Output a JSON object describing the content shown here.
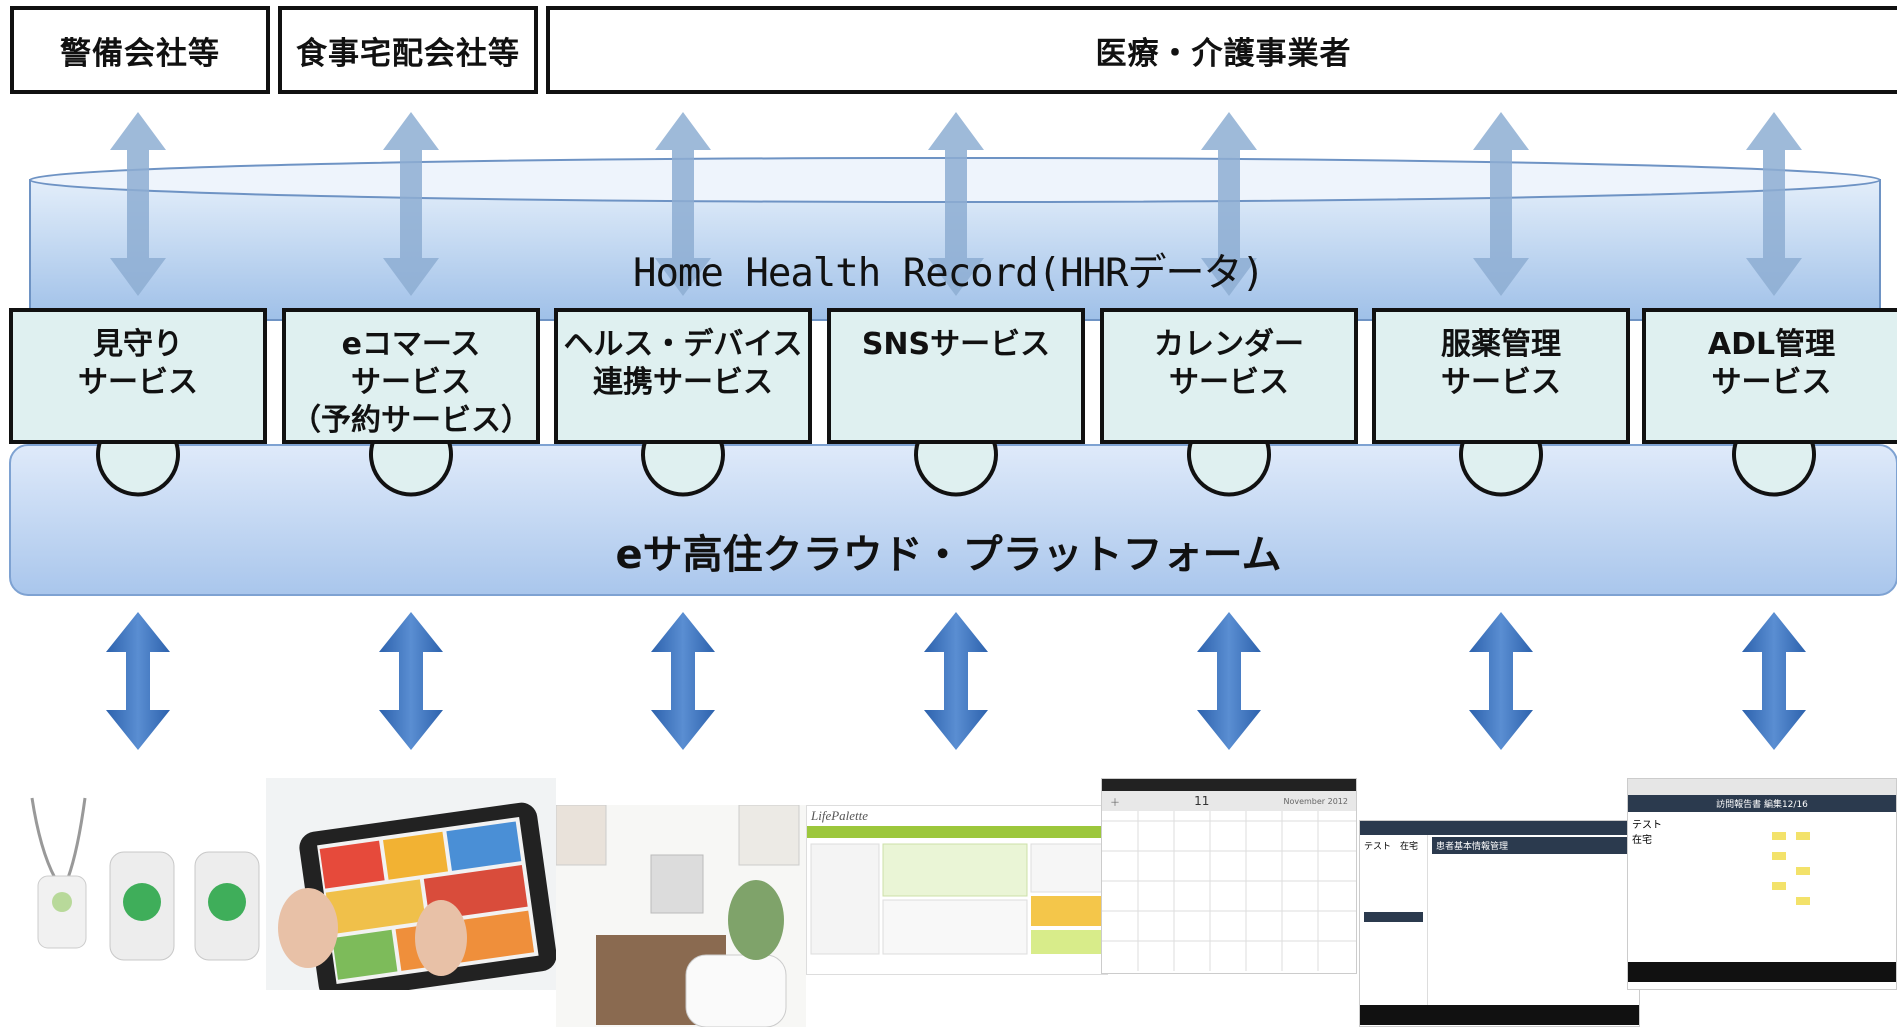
{
  "top_boxes": [
    "警備会社等",
    "食事宅配会社等",
    "医療・介護事業者"
  ],
  "hhr_label": "Home Health Record(HHRデータ)",
  "services": [
    {
      "line1": "見守り",
      "line2": "サービス",
      "line3": ""
    },
    {
      "line1": "eコマース",
      "line2": "サービス",
      "line3": "（予約サービス）"
    },
    {
      "line1": "ヘルス・デバイス",
      "line2": "連携サービス",
      "line3": ""
    },
    {
      "line1": "SNSサービス",
      "line2": "",
      "line3": ""
    },
    {
      "line1": "カレンダー",
      "line2": "サービス",
      "line3": ""
    },
    {
      "line1": "服薬管理",
      "line2": "サービス",
      "line3": ""
    },
    {
      "line1": "ADL管理",
      "line2": "サービス",
      "line3": ""
    }
  ],
  "platform_label": "eサ高住クラウド・プラットフォーム",
  "screens": {
    "calendar_month": "11",
    "calendar_header": "November 2012",
    "medication_title": "患者基本情報管理",
    "medication_patient": "テスト　在宅",
    "adl_title": "訪問報告書 編集12/16",
    "adl_patient": "テスト\n在宅",
    "lifepalette_logo": "LifePalette"
  },
  "colors": {
    "cylinder": "#b9d3f0",
    "cylinder_dark": "#8fb3df",
    "platform": "#c7daf4",
    "arrow_light": "#8eaed3",
    "arrow_dark": "#3d74be",
    "service_fill": "#dff0f0"
  }
}
